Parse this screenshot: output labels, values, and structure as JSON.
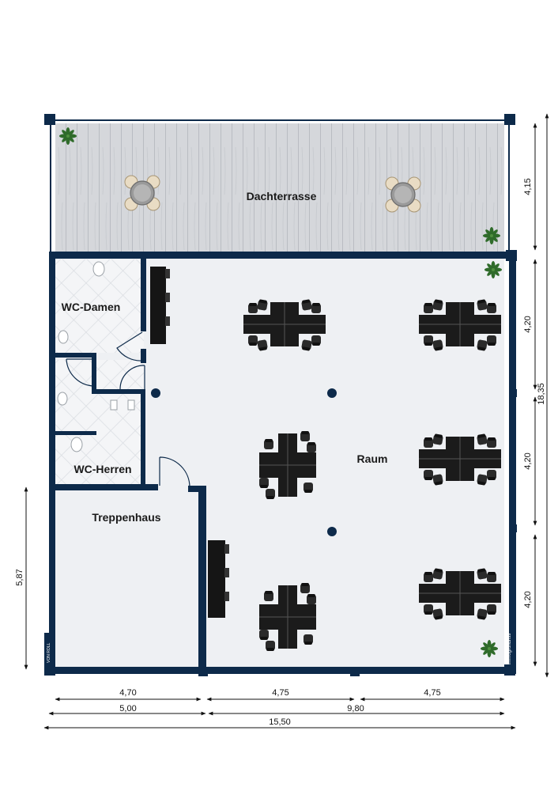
{
  "rooms": {
    "terrace": "Dachterrasse",
    "wc_women": "WC-Damen",
    "wc_men": "WC-Herren",
    "stairwell": "Treppenhaus",
    "main_room": "Raum"
  },
  "dimensions": {
    "right_top": "4,15",
    "right_mid1": "4,20",
    "right_mid2": "4,20",
    "right_bottom": "4,20",
    "right_total": "18,35",
    "left_stair": "5,87",
    "bottom_a": "4,70",
    "bottom_b": "4,75",
    "bottom_c": "4,75",
    "bottom_d": "5,00",
    "bottom_e": "9,80",
    "bottom_total": "15,50"
  },
  "watermarks": {
    "brand": "immogrundriss",
    "logo": "VON ROLL"
  },
  "colors": {
    "wall": "#0d2a4a",
    "floor": "#eef0f3",
    "deck": "#d4d6da",
    "furniture": "#1b1b1b"
  }
}
